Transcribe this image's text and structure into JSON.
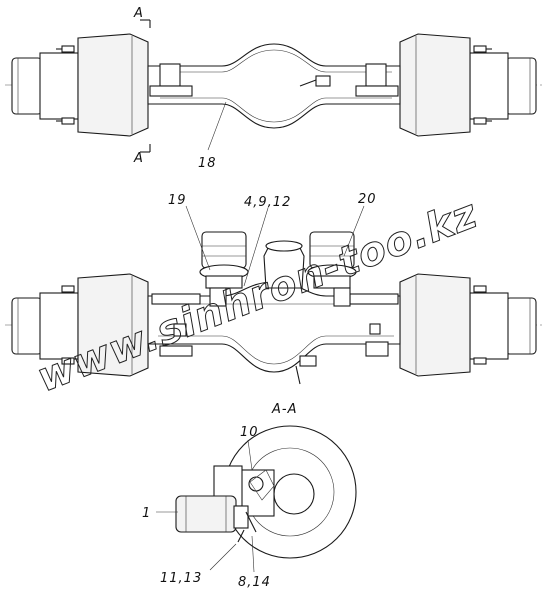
{
  "section_marks": {
    "top": "A",
    "bottom": "A"
  },
  "section_title": "A-A",
  "callouts": {
    "c18": "18",
    "c19": "19",
    "c4912": "4,9,12",
    "c20": "20",
    "c10": "10",
    "c1": "1",
    "c1113": "11,13",
    "c814": "8,14"
  },
  "watermark": "www.sinhron-too.kz"
}
